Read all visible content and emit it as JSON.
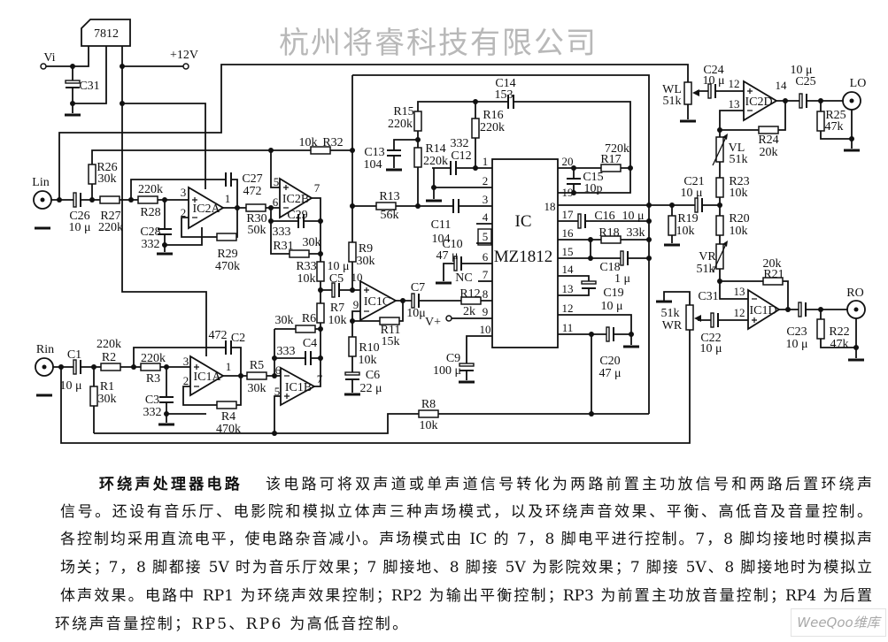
{
  "schematic": {
    "supply": {
      "regulator": "7812",
      "input": "Vi",
      "output": "+12V"
    },
    "terminals": {
      "lin": "Lin",
      "rin": "Rin",
      "lo": "LO",
      "ro": "RO",
      "vplus": "V+"
    },
    "ic": {
      "name": "IC",
      "part": "MZ1812",
      "pins_left": [
        "1",
        "2",
        "3",
        "4",
        "5",
        "6",
        "7",
        "8",
        "9",
        "10"
      ],
      "pins_right": [
        "20",
        "19",
        "18",
        "17",
        "16",
        "15",
        "14",
        "13",
        "12",
        "11"
      ],
      "nc": "NC"
    },
    "opamps": {
      "IC2A": {
        "label": "IC2A",
        "pins": [
          "3",
          "2",
          "1"
        ]
      },
      "IC2B": {
        "label": "IC2B",
        "pins": [
          "5",
          "6",
          "7"
        ]
      },
      "IC1A": {
        "label": "IC1A",
        "pins": [
          "3",
          "2",
          "1"
        ]
      },
      "IC1B": {
        "label": "IC1B",
        "pins": [
          "6",
          "5",
          "7"
        ]
      },
      "IC1C": {
        "label": "IC1C",
        "pins": [
          "10",
          "9"
        ]
      },
      "IC2D": {
        "label": "IC2D",
        "pins": [
          "12",
          "13",
          "14"
        ]
      },
      "IC1D": {
        "label": "IC1D",
        "pins": [
          "13",
          "12"
        ]
      }
    },
    "parts": {
      "R1": {
        "ref": "R1",
        "value": "30k"
      },
      "R2": {
        "ref": "R2",
        "value": "220k"
      },
      "R3": {
        "ref": "R3",
        "value": "220k"
      },
      "R4": {
        "ref": "R4",
        "value": "470k"
      },
      "R5": {
        "ref": "R5",
        "value": "30k"
      },
      "R6": {
        "ref": "R6",
        "value": "30k"
      },
      "R7": {
        "ref": "R7",
        "value": "10k"
      },
      "R8": {
        "ref": "R8",
        "value": "10k"
      },
      "R9": {
        "ref": "R9",
        "value": "30k"
      },
      "R10": {
        "ref": "R10",
        "value": "10k"
      },
      "R11": {
        "ref": "R11",
        "value": "15k"
      },
      "R12": {
        "ref": "R12",
        "value": "2k"
      },
      "R13": {
        "ref": "R13",
        "value": "56k"
      },
      "R14": {
        "ref": "R14",
        "value": "220k"
      },
      "R15": {
        "ref": "R15",
        "value": "220k"
      },
      "R16": {
        "ref": "R16",
        "value": "220k"
      },
      "R17": {
        "ref": "R17",
        "value": "720k"
      },
      "R18": {
        "ref": "R18",
        "value": "33k"
      },
      "R19": {
        "ref": "R19",
        "value": "10k"
      },
      "R20": {
        "ref": "R20",
        "value": "10k"
      },
      "R21": {
        "ref": "R21",
        "value": "20k"
      },
      "R22": {
        "ref": "R22",
        "value": "47k"
      },
      "R23": {
        "ref": "R23",
        "value": "10k"
      },
      "R24": {
        "ref": "R24",
        "value": "20k"
      },
      "R25": {
        "ref": "R25",
        "value": "47k"
      },
      "R26": {
        "ref": "R26",
        "value": "30k"
      },
      "R27": {
        "ref": "R27",
        "value": "220k"
      },
      "R28": {
        "ref": "R28",
        "value": "220k"
      },
      "R29": {
        "ref": "R29",
        "value": "470k"
      },
      "R30": {
        "ref": "R30",
        "value": "50k"
      },
      "R31": {
        "ref": "R31",
        "value": "30k"
      },
      "R32": {
        "ref": "R32",
        "value": "10k"
      },
      "R33": {
        "ref": "R33",
        "value": "10k"
      },
      "C1": {
        "ref": "C1",
        "value": "10 μ"
      },
      "C2": {
        "ref": "C2",
        "value": "472"
      },
      "C3": {
        "ref": "C3",
        "value": "332"
      },
      "C4": {
        "ref": "C4",
        "value": "333"
      },
      "C5": {
        "ref": "C5",
        "value": "10 μ"
      },
      "C6": {
        "ref": "C6",
        "value": "22 μ"
      },
      "C7": {
        "ref": "C7",
        "value": "10μ"
      },
      "C9": {
        "ref": "C9",
        "value": "100 μ"
      },
      "C10": {
        "ref": "C10",
        "value": "47 μ"
      },
      "C11": {
        "ref": "C11",
        "value": "104"
      },
      "C12": {
        "ref": "C12",
        "value": "332"
      },
      "C13": {
        "ref": "C13",
        "value": "104"
      },
      "C14": {
        "ref": "C14",
        "value": "153"
      },
      "C15": {
        "ref": "C15",
        "value": "10p"
      },
      "C16": {
        "ref": "C16",
        "value": "10 μ"
      },
      "C18": {
        "ref": "C18",
        "value": "1 μ"
      },
      "C19": {
        "ref": "C19",
        "value": "10 μ"
      },
      "C20": {
        "ref": "C20",
        "value": "47 μ"
      },
      "C21": {
        "ref": "C21",
        "value": "10 μ"
      },
      "C22": {
        "ref": "C22",
        "value": "10 μ"
      },
      "C23": {
        "ref": "C23",
        "value": "10 μ"
      },
      "C24": {
        "ref": "C24",
        "value": "10 μ"
      },
      "C25": {
        "ref": "C25",
        "value": "10 μ"
      },
      "C26": {
        "ref": "C26",
        "value": "10 μ"
      },
      "C27": {
        "ref": "C27",
        "value": "472"
      },
      "C28": {
        "ref": "C28",
        "value": "332"
      },
      "C29": {
        "ref": "C29",
        "value": "333"
      },
      "C31": {
        "ref": "C31"
      },
      "WL": {
        "ref": "WL",
        "value": "51k"
      },
      "WR": {
        "ref": "WR",
        "value": "51k"
      },
      "VL": {
        "ref": "VL",
        "value": "51k"
      },
      "VR": {
        "ref": "VR",
        "value": "51k"
      }
    },
    "watermark": "杭州将睿科技有限公司"
  },
  "caption": {
    "title": "环绕声处理器电路",
    "lines": [
      "该电路可将双声道或单声道信号转化为两路前置主功放信号和两路后置环绕声",
      "信号。还设有音乐厅、电影院和模拟立体声三种声场模式，以及环绕声音效果、平衡、高低音及音量控制。",
      "各控制均采用直流电平，使电路杂音减小。声场模式由 IC 的 7，8 脚电平进行控制。7，8 脚均接地时模拟声",
      "场关；7，8 脚都接 5V 时为音乐厅效果；7 脚接地、8 脚接 5V 为影院效果；7 脚接 5V、8 脚接地时为模拟立",
      "体声效果。电路中 RP1 为环绕声效果控制；RP2 为输出平衡控制；RP3 为前置主功放音量控制；RP4 为后置",
      "环绕声音量控制；RP5、RP6 为高低音控制。"
    ]
  },
  "site_badge": "WeeQoo维库"
}
